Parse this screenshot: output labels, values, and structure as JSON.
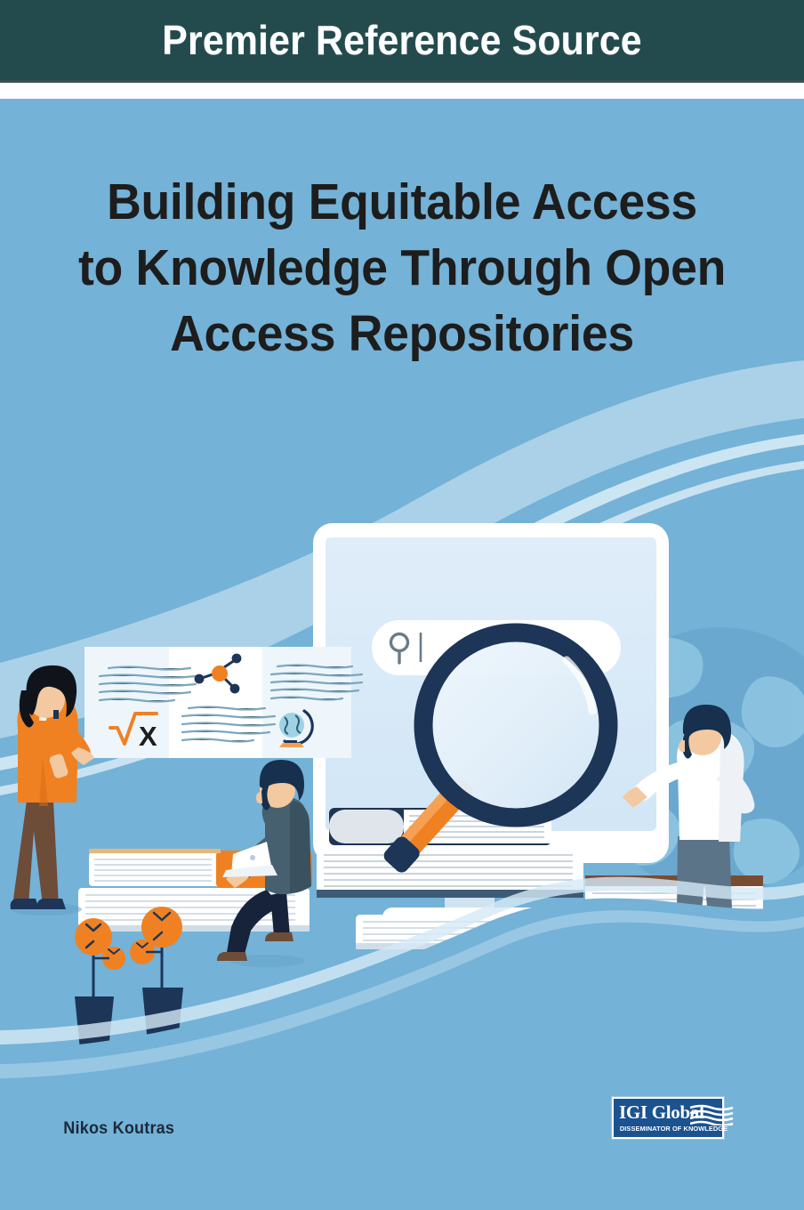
{
  "cover": {
    "background_color": "#74b2d7",
    "header": {
      "series_label": "Premier Reference Source",
      "band_color": "#234b4d",
      "text_color": "#ffffff"
    },
    "title": {
      "full": "Building Equitable Access to Knowledge Through Open Access Repositories",
      "lines": [
        "Building Equitable Access",
        "to Knowledge Through Open",
        "Access Repositories"
      ],
      "text_color": "#1d1d1d"
    },
    "author": {
      "name": "Nikos Koutras",
      "text_color": "#1b2a3a"
    },
    "publisher": {
      "name": "IGI Global",
      "tagline": "DISSEMINATOR OF KNOWLEDGE",
      "box_color": "#1b5290",
      "text_color": "#ffffff"
    },
    "palette": {
      "background_blue": "#74b2d7",
      "wave_light": "#b6d8ec",
      "wave_mid": "#9ecae4",
      "accent_orange": "#f08122",
      "accent_orange_dark": "#d96b14",
      "navy": "#1d3557",
      "navy_deep": "#16304d",
      "slate": "#47606f",
      "paper_white": "#ffffff",
      "paper_blue": "#dceaf6",
      "globe_blue": "#5a9bc4",
      "skin": "#f2c9a0",
      "brown": "#6d4c38"
    },
    "illustration": {
      "elements": [
        "background-waves",
        "globe",
        "computer-monitor",
        "search-bar",
        "magnifier",
        "whiteboard-panels",
        "book-stack",
        "standing-woman-presenter",
        "seated-man-with-laptop",
        "standing-man-with-magnifier",
        "potted-plants"
      ],
      "whiteboard": {
        "panels": [
          {
            "icon": "square-root-icon",
            "symbol": "√",
            "variable": "X"
          },
          {
            "icon": "molecule-icon"
          },
          {
            "icon": "globe-stand-icon"
          }
        ]
      },
      "search_bar": {
        "icon": "search-magnifier-icon",
        "value": "",
        "caret_visible": true
      }
    }
  }
}
